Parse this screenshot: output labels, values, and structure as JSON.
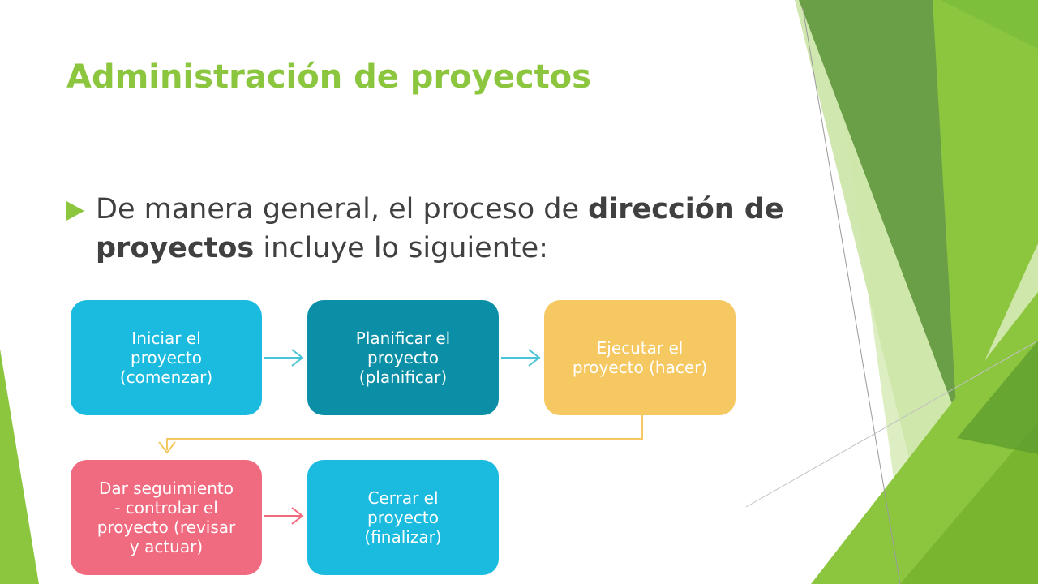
{
  "slide": {
    "title": "Administración de proyectos",
    "bullet": {
      "part1": "De manera general, el proceso de ",
      "bold1": "dirección de proyectos",
      "part2": " incluye lo siguiente:"
    }
  },
  "diagram": {
    "steps": [
      {
        "label": "Iniciar el\nproyecto\n(comenzar)",
        "color": "#1bbbe0"
      },
      {
        "label": "Planificar el\nproyecto\n(planificar)",
        "color": "#0b8fa6"
      },
      {
        "label": "Ejecutar el\nproyecto (hacer)",
        "color": "#f5c862"
      },
      {
        "label": "Dar seguimiento\n- controlar el\nproyecto (revisar\ny actuar)",
        "color": "#f16b80"
      },
      {
        "label": "Cerrar el\nproyecto\n(finalizar)",
        "color": "#1bbbe0"
      }
    ],
    "arrow_colors": {
      "teal": "#49c3d6",
      "yellow": "#f5c862",
      "pink": "#f16b80"
    }
  },
  "theme": {
    "accent": "#8cc63f",
    "accent_dark": "#5e9e2e"
  }
}
